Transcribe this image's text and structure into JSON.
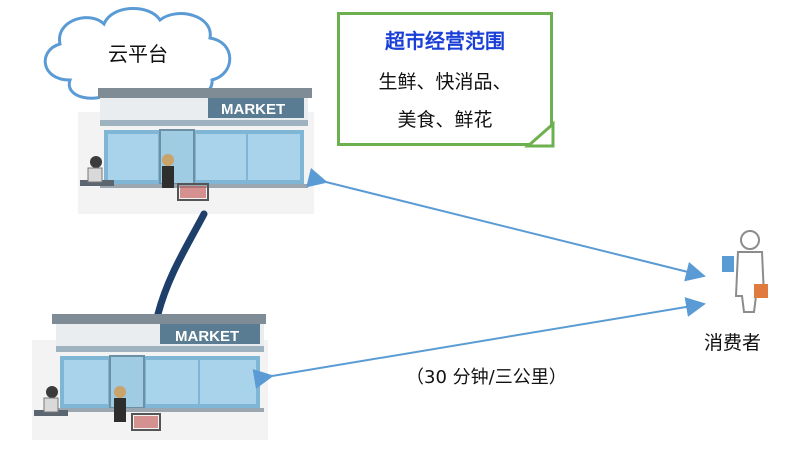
{
  "cloud": {
    "label": "云平台"
  },
  "store": {
    "sign": "MARKET"
  },
  "scope_box": {
    "title": "超市经营范围",
    "line1": "生鲜、快消品、",
    "line2": "美食、鲜花"
  },
  "consumer": {
    "label": "消费者"
  },
  "distance": {
    "label": "（30 分钟/三公里）"
  },
  "colors": {
    "arrow": "#5b9bd5",
    "connector": "#1f3f6b",
    "box_border": "#6db04f",
    "title": "#1a3fd6",
    "cloud_stroke": "#5b9bd5"
  }
}
